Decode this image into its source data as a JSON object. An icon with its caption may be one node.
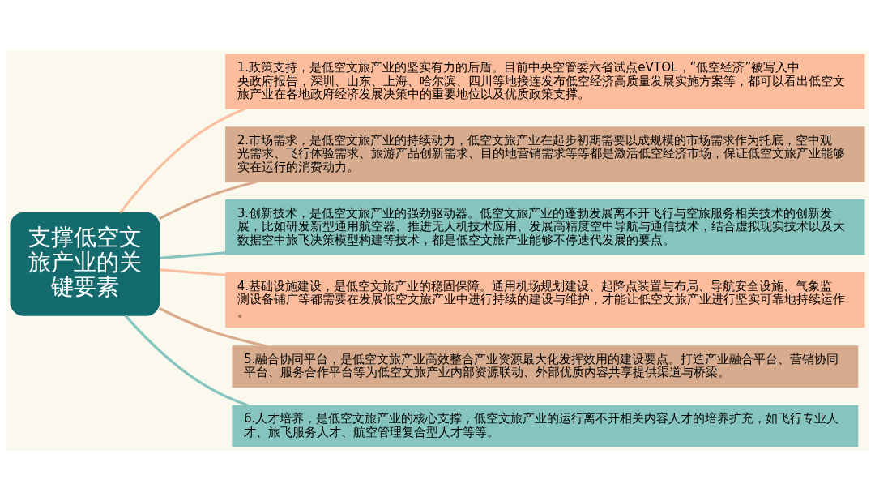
{
  "diagram": {
    "nodes": [
      {
        "text": [
          "支撑低空文旅产业的关键要素"
        ]
      },
      {
        "text": [
          "1.政策支持，是低空文旅产业的坚实有力的后盾。目前中央空管委六省试点eVTOL，“低空经济”被写入中央政府报告，深圳、山东、上海、哈尔滨、四川等地接连发布低空经济高质量发展实施方案等，都可以看出低空文旅产业在各地政府经济发展决策中的重要地位以及优质政策支撑。"
        ]
      },
      {
        "text": [
          "2.市场需求，是低空文旅产业的持续动力，低空文旅产业在起步初期需要以成规模的市场需求作为托底，空中观光需求、飞行体验需求、旅游产品创新需求、目的地营销需求等等都是激活低空经济市场，保证低空文旅产业能够实在运行的消费动力。"
        ]
      },
      {
        "text": [
          "3.创新技术，是低空文旅产业的强劲驱动器。低空文旅产业的蓬勃发展离不开飞行与空旅服务相关技术的创新发展，比如研发新型通用航空器、推进无人机技术应用、发展高精度空中导航与通信技术，结合虚拟现实技术以及大数据空中旅飞决策模型构建等技术，都是低空文旅产业能够不停迭代发展的要点。"
        ]
      },
      {
        "text": [
          "4.基础设施建设，是低空文旅产业的稳固保障。通用机场规划建设、起降点装置与布局、导航安全设施、气象监测设备铺广等都需要在发展低空文旅产业中进行持续的建设与维护，才能让低空文旅产业进行坚实可靠地持续运作。"
        ]
      },
      {
        "text": [
          "5.融合协同平台，是低空文旅产业高效整合产业资源最大化发挥效用的建设要点。打造产业融合平台、营销协同平台、服务合作平台等为低空文旅产业内部资源联动、外部优质内容共享提供渠道与桥梁。"
        ]
      },
      {
        "text": [
          "6.人才培养，是低空文旅产业的核心支撑，低空文旅产业的运行离不开相关内容人才的培养扩充，如飞行专业人才、旅飞服务人才、航空管理复合型人才等等。"
        ]
      }
    ],
    "edges": [
      {
        "from": 0,
        "to": 1,
        "arrow": "none",
        "color": "#fbbf9f"
      },
      {
        "from": 0,
        "to": 2,
        "arrow": "none",
        "color": "#d9aa8c"
      },
      {
        "from": 0,
        "to": 3,
        "arrow": "none",
        "color": "#86c5bf"
      },
      {
        "from": 0,
        "to": 4,
        "arrow": "none",
        "color": "#fbbf9f"
      },
      {
        "from": 0,
        "to": 5,
        "arrow": "none",
        "color": "#d9aa8c"
      },
      {
        "from": 0,
        "to": 6,
        "arrow": "none",
        "color": "#86c5bf"
      }
    ]
  }
}
